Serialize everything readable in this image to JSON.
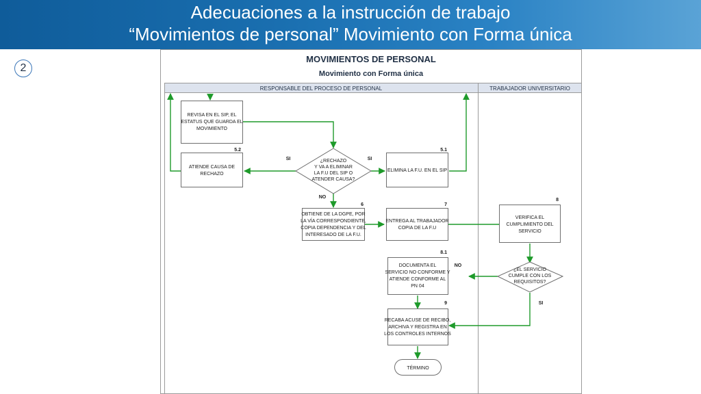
{
  "slide": {
    "title_line1": "Adecuaciones a la instrucción de trabajo",
    "title_line2": "“Movimientos de personal” Movimiento con Forma única",
    "step_badge": "2"
  },
  "diagram": {
    "title": "MOVIMIENTOS DE PERSONAL",
    "subtitle": "Movimiento con Forma única",
    "lanes": {
      "left": "RESPONSABLE DEL PROCESO DE PERSONAL",
      "right": "TRABAJADOR UNIVERSITARIO"
    },
    "nodes": {
      "revisa": {
        "lines": [
          "REVISA EN EL SIP, EL",
          "ESTATUS QUE GUARDA EL",
          "MOVIMIENTO"
        ]
      },
      "atiende": {
        "num": "5.2",
        "lines": [
          "ATIENDE CAUSA DE",
          "RECHAZO"
        ]
      },
      "decision1": {
        "lines": [
          "¿RECHAZO",
          "Y VA A ELIMINAR",
          "LA F.U DEL SIP O",
          "ATENDER CAUSA?"
        ]
      },
      "elimina": {
        "num": "5.1",
        "lines": [
          "ELIMINA LA F.U. EN EL SIP"
        ]
      },
      "obtiene": {
        "num": "6",
        "lines": [
          "OBTIENE DE LA DGPE, POR",
          "LA VÍA CORRESPONDIENTE,",
          "COPIA DEPENDENCIA Y  DEL",
          "INTERESADO DE LA F.U."
        ]
      },
      "entrega": {
        "num": "7",
        "lines": [
          "ENTREGA AL TRABAJADOR",
          "COPIA DE LA F.U"
        ]
      },
      "verifica": {
        "num": "8",
        "lines": [
          "VERIFICA EL",
          "CUMPLIMIENTO DEL",
          "SERVICIO"
        ]
      },
      "documenta": {
        "num": "8.1",
        "lines": [
          "DOCUMENTA EL",
          "SERVICIO NO CONFORME Y",
          "ATIENDE CONFORME AL",
          "PN 04"
        ]
      },
      "decision2": {
        "lines": [
          "¿EL SERVICIO",
          "CUMPLE CON LOS",
          "REQUISITOS?"
        ]
      },
      "recaba": {
        "num": "9",
        "lines": [
          "RECABA ACUSE DE RECIBO,",
          "ARCHIVA Y REGISTRA EN",
          "LOS CONTROLES INTERNOS"
        ]
      },
      "termino": {
        "lines": [
          "TÉRMINO"
        ]
      }
    },
    "labels": {
      "si_left": "SI",
      "si_right": "SI",
      "no_down": "NO",
      "no_d2": "NO",
      "si_d2": "SI"
    },
    "colors": {
      "arrow": "#1e9a2a",
      "header_blue": "#1a6fb0",
      "lane_header_bg": "#dde3ee",
      "border": "#9a9a9a"
    }
  }
}
